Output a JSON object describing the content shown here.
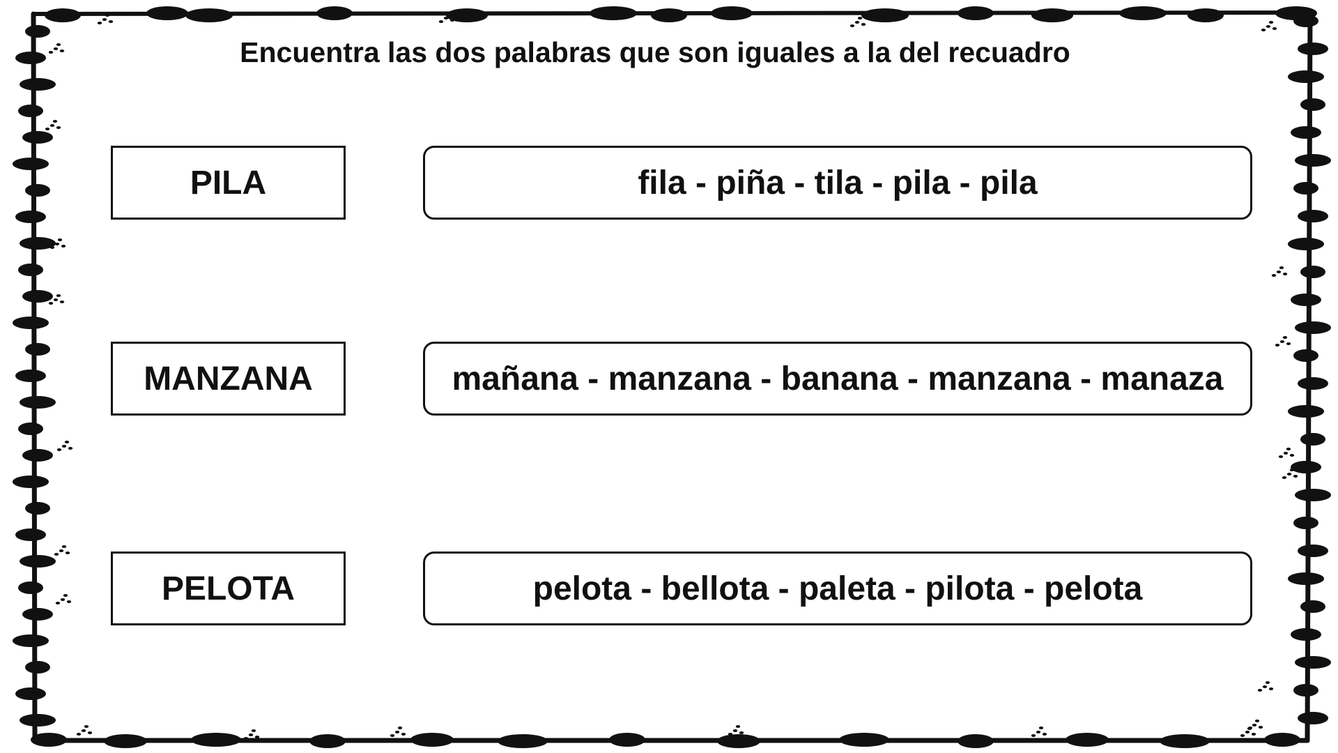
{
  "worksheet": {
    "instruction": "Encuentra las dos palabras que son iguales a la del recuadro",
    "rows": [
      {
        "target": "PILA",
        "options": "fila - piña - tila - pila - pila"
      },
      {
        "target": "MANZANA",
        "options": "mañana - manzana - banana - manzana - manaza"
      },
      {
        "target": "PELOTA",
        "options": "pelota - bellota - paleta - pilota - pelota"
      }
    ]
  },
  "colors": {
    "ink": "#111111",
    "background": "#ffffff"
  }
}
